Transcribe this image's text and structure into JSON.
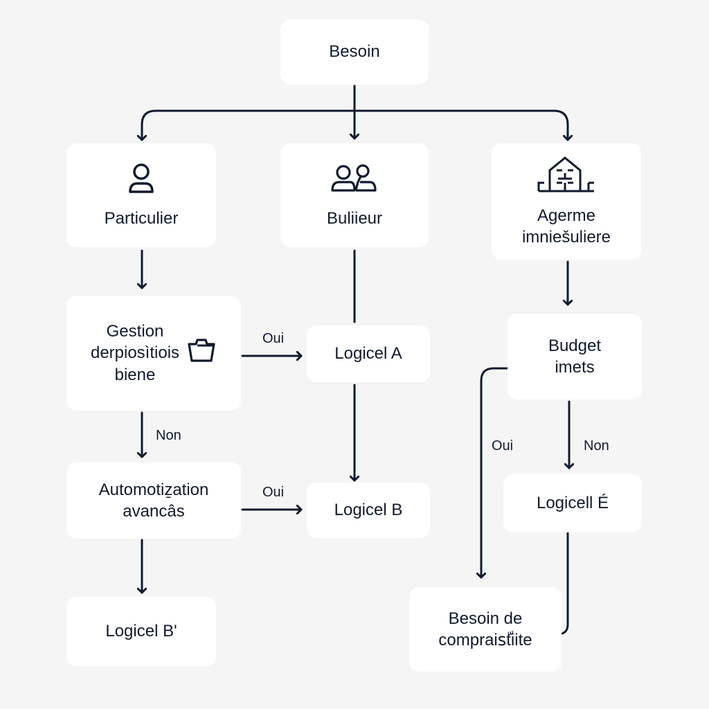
{
  "diagram": {
    "root": {
      "label": "Besoin"
    },
    "categories": [
      {
        "id": "particulier",
        "label": "Particulier",
        "icon": "user-icon"
      },
      {
        "id": "bailleur",
        "label": "Buliieur",
        "icon": "two-users-icon"
      },
      {
        "id": "agence",
        "label_lines": [
          "Agerme",
          "imniešuliere"
        ],
        "icon": "building-icon"
      }
    ],
    "decisions": [
      {
        "id": "gestion",
        "label_lines": [
          "Gestion",
          "derpiosìtiois",
          "biene"
        ],
        "icon": "folder-icon"
      },
      {
        "id": "automatisation",
        "label_lines": [
          "Automotiẕation",
          "avancâs"
        ]
      },
      {
        "id": "budget",
        "label_lines": [
          "Budget",
          "imets"
        ]
      }
    ],
    "outcomes": [
      {
        "id": "logiciel-a",
        "label": "Logicel A"
      },
      {
        "id": "logiciel-b",
        "label": "Logicel B"
      },
      {
        "id": "logiciel-b-prime",
        "label": "Logicel B'"
      },
      {
        "id": "logiciel-e",
        "label": "Logicell É"
      },
      {
        "id": "besoin-compta",
        "label_lines": [
          "Besoin de",
          "compraisّtiite"
        ]
      }
    ],
    "edge_labels": {
      "gestion_yes": "Oui",
      "gestion_no": "Non",
      "automatisation_yes": "Oui",
      "budget_yes": "Oui",
      "budget_no": "Non"
    }
  }
}
